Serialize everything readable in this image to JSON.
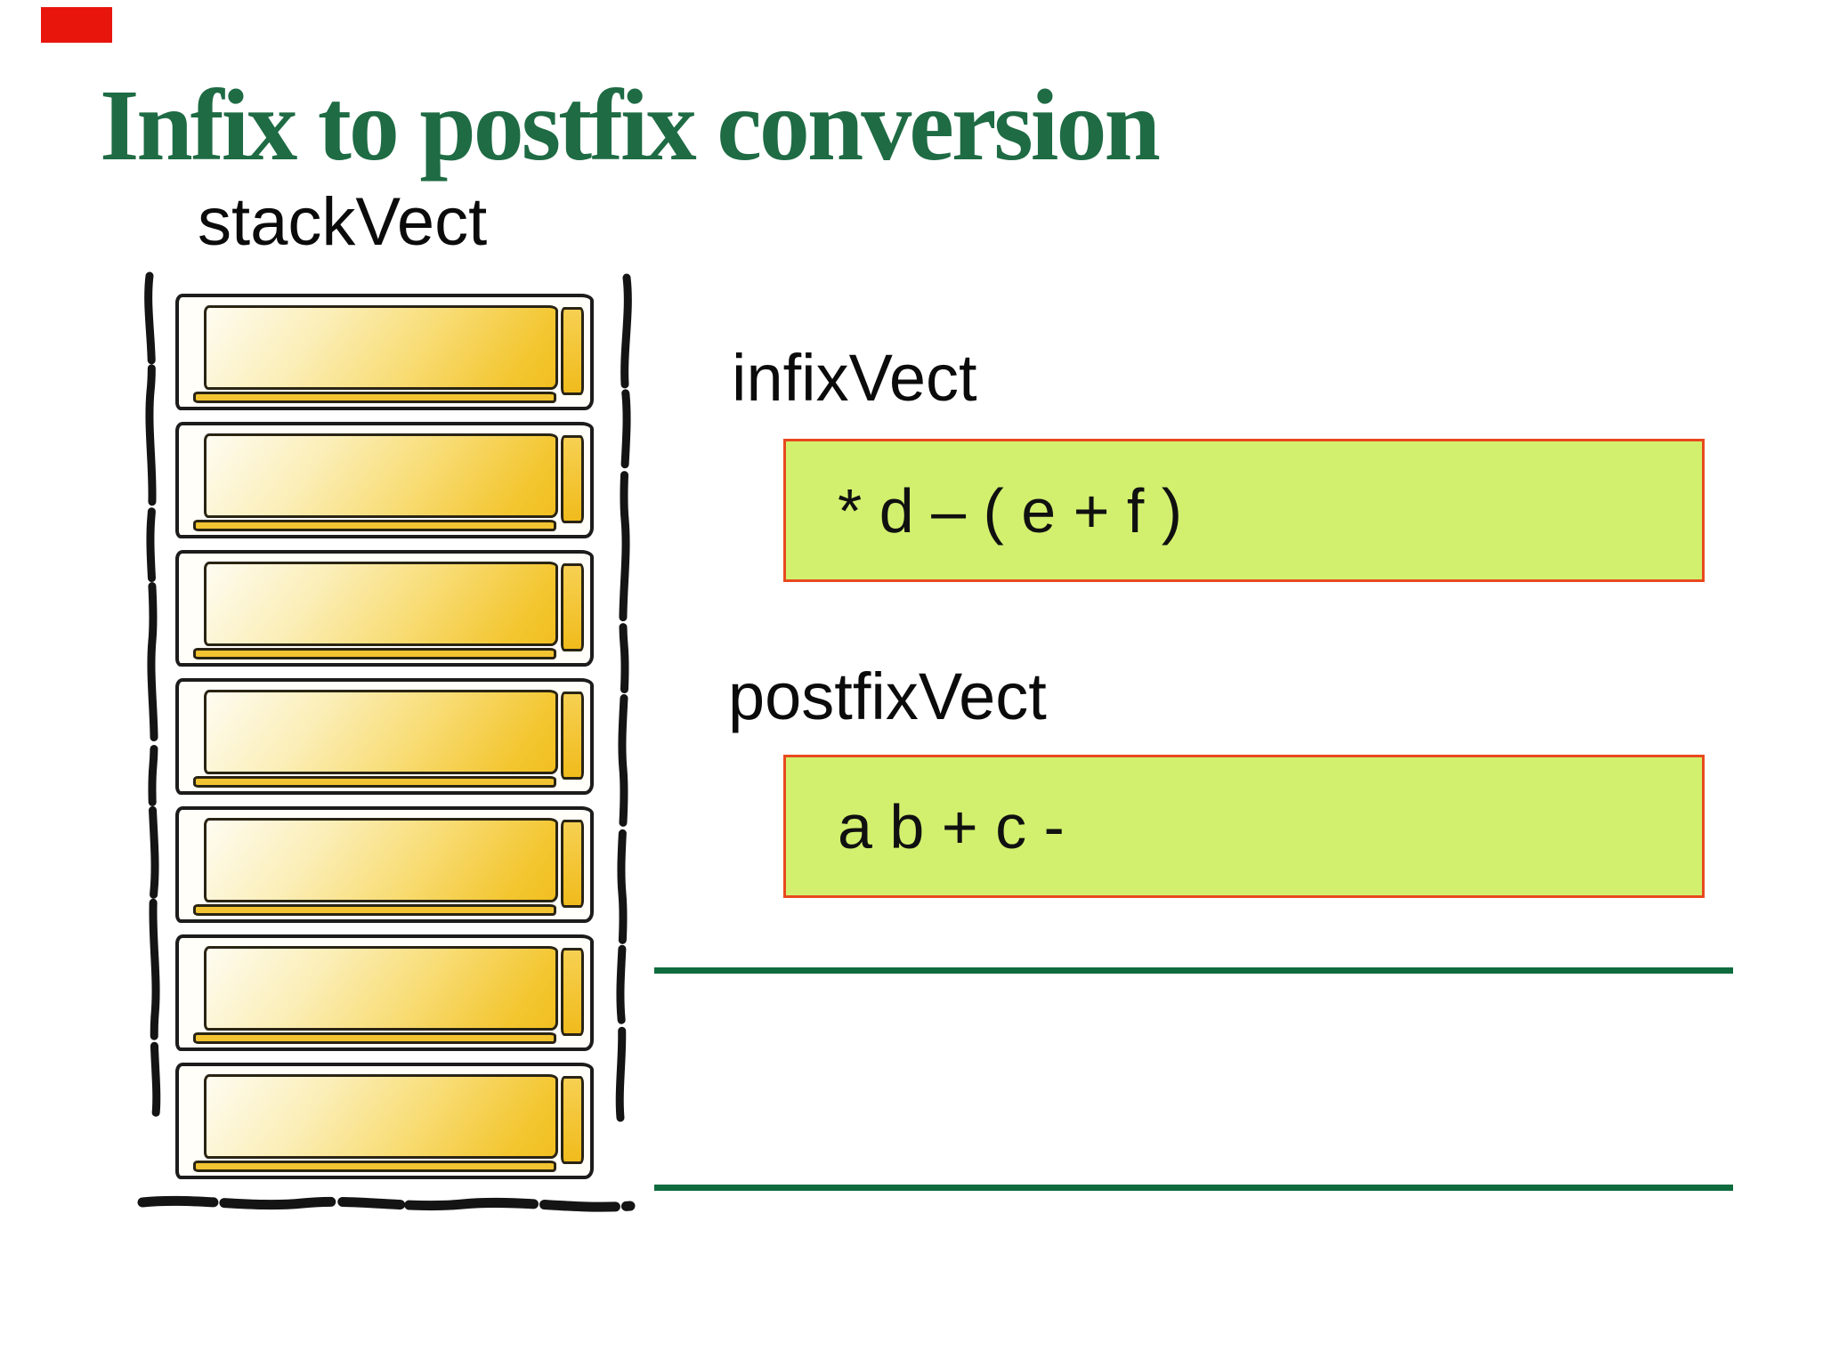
{
  "title": "Infix to postfix conversion",
  "stack": {
    "label": "stackVect",
    "slot_count": 7
  },
  "infix": {
    "label": "infixVect",
    "value": "* d – ( e + f )"
  },
  "postfix": {
    "label": "postfixVect",
    "value": "a b + c -"
  },
  "colors": {
    "accent_red": "#e8150d",
    "title_green": "#1e6b44",
    "line_green": "#0e6b3e",
    "vector_box_fill": "#d2f06e",
    "vector_box_border": "#e8491f",
    "gold": "#f3c52f",
    "ink": "#1c1c1c"
  }
}
